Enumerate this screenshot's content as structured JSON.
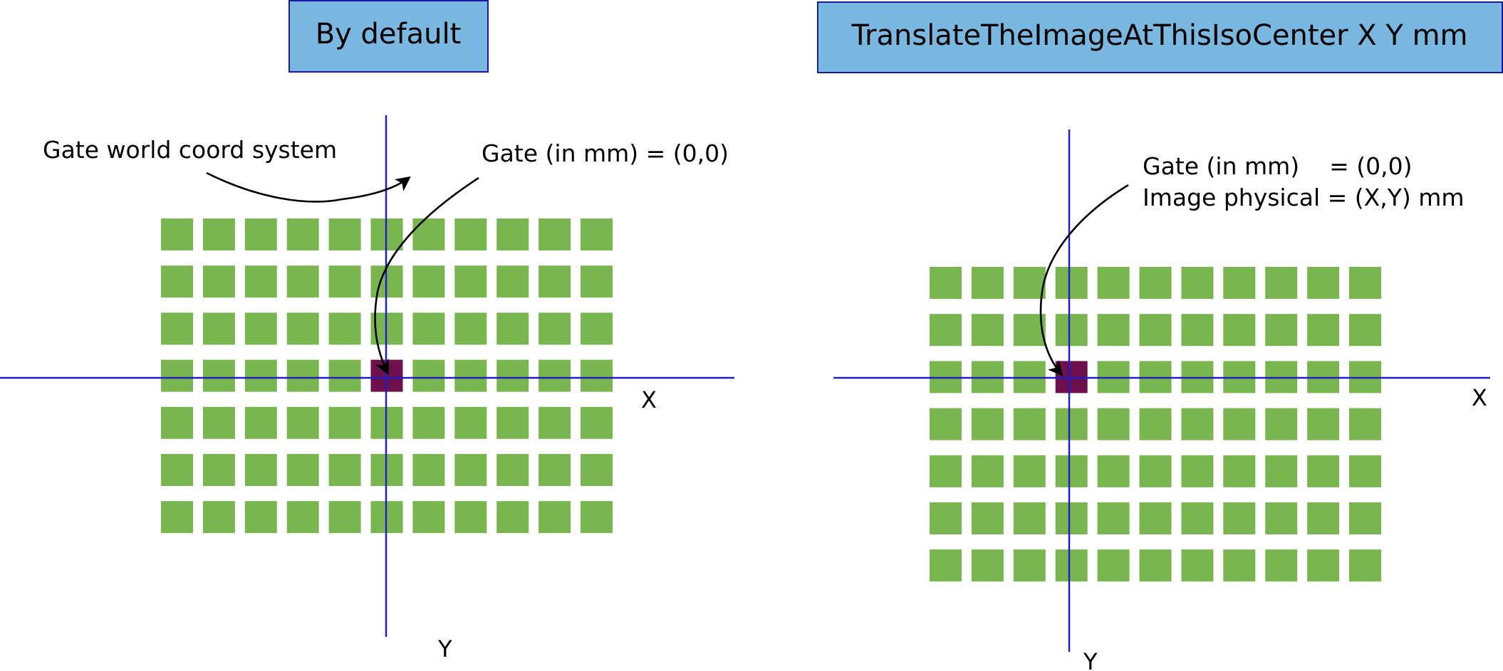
{
  "colors": {
    "background": "#ffffff",
    "title_box_fill": "#7ab8e1",
    "title_box_border": "#1a1aa0",
    "axis": "#2020c0",
    "pixel": "#7ab650",
    "origin_pixel": "#6e0f4e",
    "arrow": "#000000"
  },
  "left_panel": {
    "title": "By default",
    "world_label": "Gate world coord system",
    "origin_label": "Gate (in mm) = (0,0)",
    "x_axis_label": "X",
    "y_axis_label": "Y",
    "grid": {
      "rows": 7,
      "cols": 11,
      "origin_row": 3,
      "origin_col": 5
    }
  },
  "right_panel": {
    "title": "TranslateTheImageAtThisIsoCenter X Y mm",
    "origin_label_line1": "Gate (in mm)    = (0,0)",
    "origin_label_line2": "Image physical = (X,Y) mm",
    "x_axis_label": "X",
    "y_axis_label": "Y",
    "grid": {
      "rows": 7,
      "cols": 11,
      "origin_row": 2,
      "origin_col": 3
    }
  }
}
